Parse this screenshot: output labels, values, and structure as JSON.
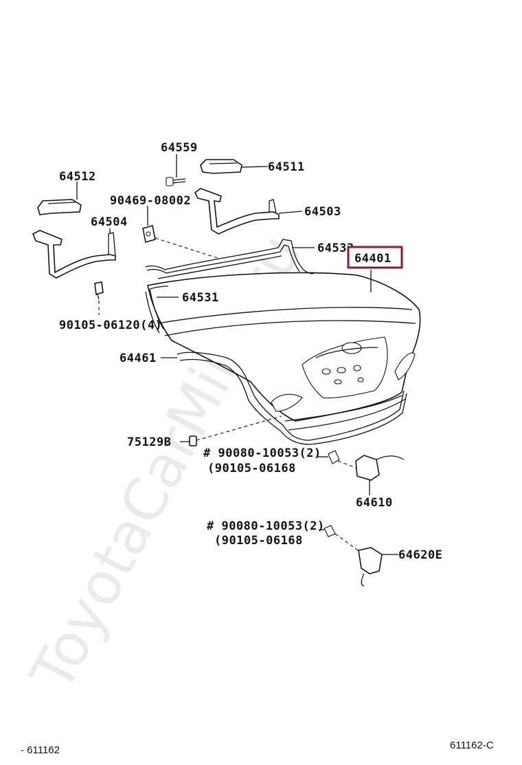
{
  "watermark": "ToyotaCarMine.ru",
  "highlight_color": "#8b1a3a",
  "labels": {
    "p64559": "64559",
    "p64511": "64511",
    "p64512": "64512",
    "p90469": "90469-08002",
    "p64503": "64503",
    "p64504": "64504",
    "p64532": "64532",
    "p64401": "64401",
    "p64531": "64531",
    "p90105a": "90105-06120(4)",
    "p64461": "64461",
    "p75129": "75129B",
    "p90080a": "# 90080-10053(2)",
    "p90105b": "(90105-06168",
    "p64610": "64610",
    "p90080b": "# 90080-10053(2)",
    "p90105c": "(90105-06168",
    "p64620": "64620E"
  },
  "footer": {
    "left": "- 611162",
    "right": "611162-C"
  }
}
